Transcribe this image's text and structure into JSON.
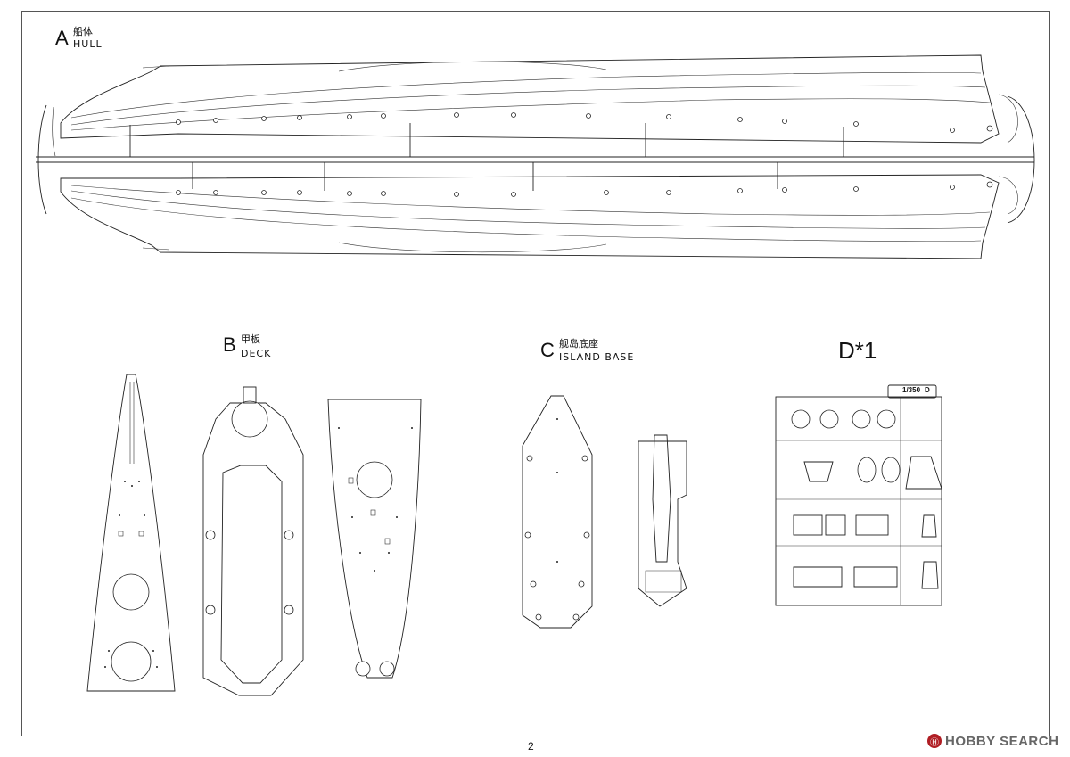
{
  "sections": {
    "hull": {
      "letter": "A",
      "zh": "船体",
      "en": "HULL"
    },
    "deck": {
      "letter": "B",
      "zh": "甲板",
      "en": "DECK"
    },
    "island": {
      "letter": "C",
      "zh": "舰岛底座",
      "en": "ISLAND BASE"
    },
    "sprue_d": {
      "title": "D*1",
      "tag": "1/350",
      "tag_letter": "D"
    }
  },
  "page_number": "2",
  "watermark": {
    "logo": "Ⓗ",
    "text": "HOBBY SEARCH"
  }
}
